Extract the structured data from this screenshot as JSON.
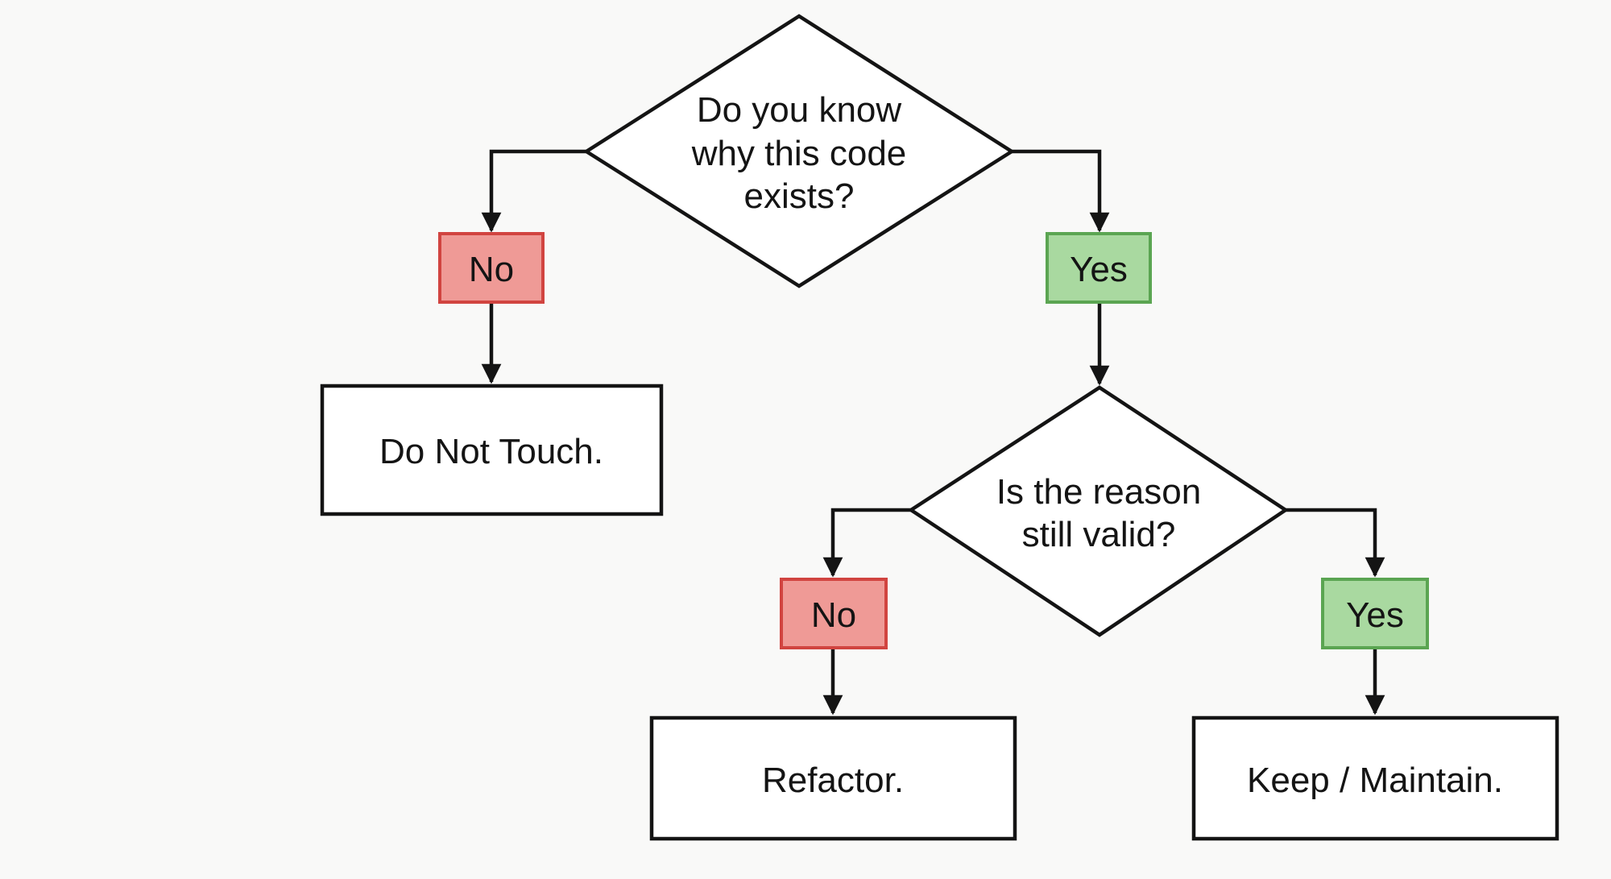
{
  "colors": {
    "background": "#f9f9f8",
    "line": "#141414",
    "no_fill": "#ef9a96",
    "no_stroke": "#d14440",
    "yes_fill": "#a9d9a0",
    "yes_stroke": "#5ba552"
  },
  "decision_1": {
    "lines": [
      "Do you know",
      "why this code",
      "exists?"
    ]
  },
  "decision_2": {
    "lines": [
      "Is the reason",
      "still valid?"
    ]
  },
  "branch_1_no": {
    "label": "No"
  },
  "branch_1_yes": {
    "label": "Yes"
  },
  "branch_2_no": {
    "label": "No"
  },
  "branch_2_yes": {
    "label": "Yes"
  },
  "outcome_do_not_touch": {
    "label": "Do Not Touch."
  },
  "outcome_refactor": {
    "label": "Refactor."
  },
  "outcome_keep": {
    "label": "Keep / Maintain."
  }
}
